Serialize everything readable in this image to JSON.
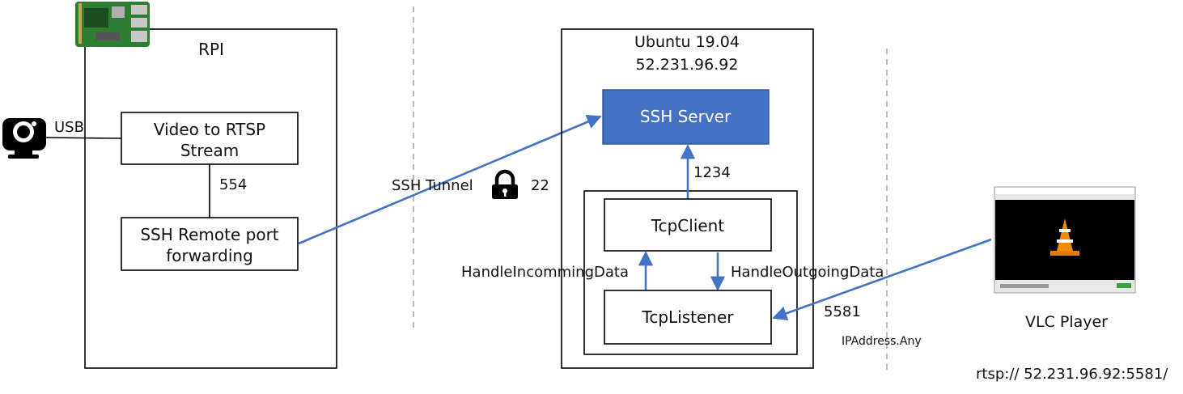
{
  "rpi": {
    "title": "RPI"
  },
  "camera": {
    "usb_label": "USB"
  },
  "rtsp_box": {
    "line1": "Video to RTSP",
    "line2": "Stream"
  },
  "port_554": "554",
  "ssh_fwd_box": {
    "line1": "SSH Remote port",
    "line2": "forwarding"
  },
  "tunnel": {
    "label": "SSH Tunnel",
    "port": "22"
  },
  "ubuntu": {
    "title_line1": "Ubuntu 19.04",
    "title_line2": "52.231.96.92"
  },
  "ssh_server": {
    "label": "SSH Server"
  },
  "port_1234": "1234",
  "tcp_client": {
    "label": "TcpClient"
  },
  "tcp_listener": {
    "label": "TcpListener"
  },
  "incoming_label": "HandleIncommingData",
  "outgoing_label": "HandleOutgoingData",
  "port_5581": "5581",
  "ip_any": "IPAddress.Any",
  "vlc": {
    "label": "VLC Player",
    "url": "rtsp:// 52.231.96.92:5581/"
  },
  "colors": {
    "accent": "#4472C4",
    "line": "#000000",
    "dash": "#a6a6a6"
  },
  "icons": [
    "raspberry-pi-board-icon",
    "webcam-icon",
    "lock-icon",
    "vlc-player-window-icon"
  ]
}
